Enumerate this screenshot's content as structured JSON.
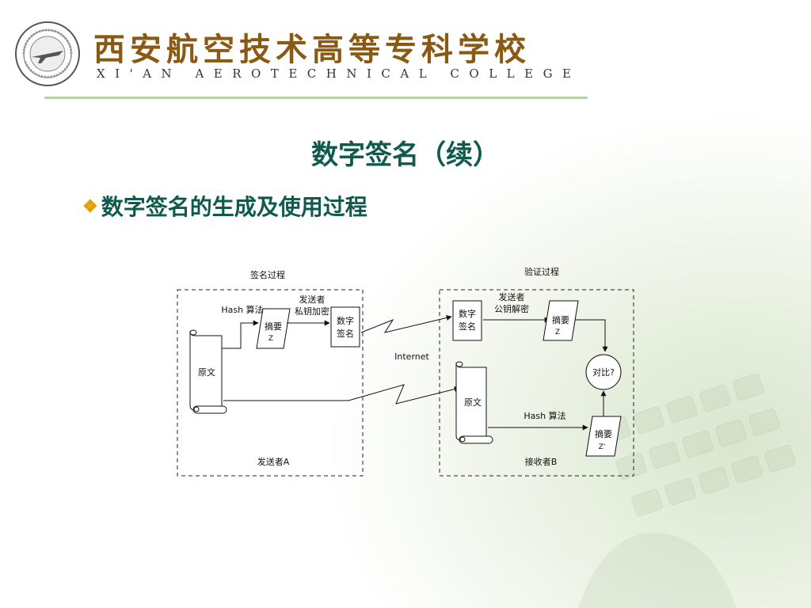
{
  "header": {
    "college_name_cn": "西安航空技术高等专科学校",
    "college_name_en": "XI'AN AEROTECHNICAL COLLEGE",
    "logo_icon": "college-seal-icon"
  },
  "slide": {
    "title": "数字签名（续）",
    "bullet_icon": "diamond-bullet-icon",
    "bullet_text": "数字签名的生成及使用过程"
  },
  "diagram": {
    "sign_process_label": "签名过程",
    "verify_process_label": "验证过程",
    "sender_label": "发送者A",
    "receiver_label": "接收者B",
    "original_doc": "原文",
    "hash_algo": "Hash 算法",
    "digest_line1": "摘要",
    "digest_z": "Z",
    "digest_z_prime": "Z'",
    "encrypt_line1": "发送者",
    "encrypt_line2": "私钥加密",
    "decrypt_line1": "发送者",
    "decrypt_line2": "公钥解密",
    "signature_line1": "数字",
    "signature_line2": "签名",
    "internet": "Internet",
    "compare": "对比?"
  },
  "colors": {
    "title": "#0f5a4c",
    "bullet_mark": "#e0a000",
    "college_name": "#8a5a14",
    "header_rule": "#b9cfa6"
  }
}
